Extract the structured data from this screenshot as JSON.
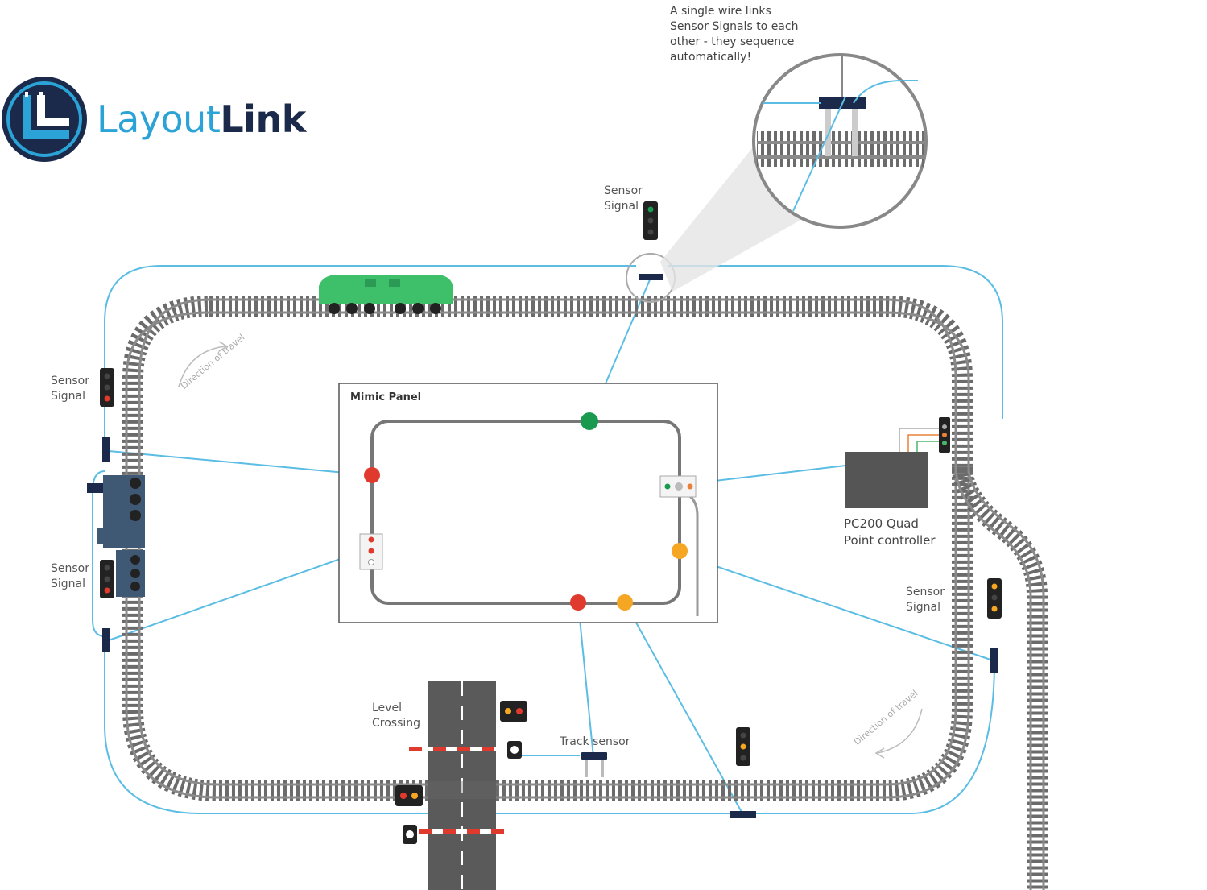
{
  "logo": {
    "word_light": "Layout",
    "word_bold": "Link"
  },
  "callout": "A single wire links\nSensor Signals to each\nother - they sequence\nautomatically!",
  "labels": {
    "sensor_signal_top": "Sensor\nSignal",
    "sensor_signal_left_upper": "Sensor\nSignal",
    "sensor_signal_left_lower": "Sensor\nSignal",
    "sensor_signal_right": "Sensor\nSignal",
    "mimic_panel": "Mimic Panel",
    "point_controller": "PC200 Quad\nPoint controller",
    "level_crossing": "Level\nCrossing",
    "track_sensor": "Track sensor",
    "direction_top": "Direction of travel",
    "direction_bottom": "Direction of travel"
  },
  "colors": {
    "wire": "#5bbde4",
    "rail": "#8a8a8a",
    "sleeper": "#6b6b6b",
    "green": "#1a9a4e",
    "red": "#e03a2e",
    "amber": "#f5a623",
    "loco_green": "#3ec06a",
    "loco_blue": "#3f5874",
    "controller": "#555555",
    "logo_navy": "#1b2a4a",
    "logo_blue": "#2ba3d6"
  },
  "icons": [
    "logo-icon",
    "locomotive-green",
    "locomotive-blue",
    "signal-icon",
    "track-sensor-icon",
    "level-crossing-icon",
    "point-controller-box",
    "magnifier-callout"
  ]
}
